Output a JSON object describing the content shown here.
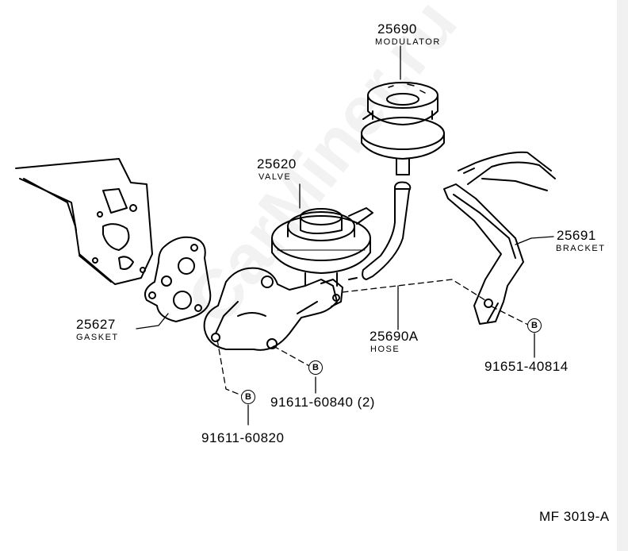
{
  "figure_code": "MF 3019-A",
  "watermark": "CarMiner.ru",
  "parts": {
    "modulator": {
      "number": "25690",
      "name": "MODULATOR"
    },
    "valve": {
      "number": "25620",
      "name": "VALVE"
    },
    "bracket": {
      "number": "25691",
      "name": "BRACKET"
    },
    "gasket": {
      "number": "25627",
      "name": "GASKET"
    },
    "hose": {
      "number": "25690A",
      "name": "HOSE"
    },
    "bolt_bracket": {
      "number": "91651-40814"
    },
    "bolt_valve": {
      "number": "91611-60840 (2)"
    },
    "bolt_gasket": {
      "number": "91611-60820"
    }
  },
  "marker_letter": "B",
  "colors": {
    "ink": "#000000",
    "background": "#ffffff"
  }
}
